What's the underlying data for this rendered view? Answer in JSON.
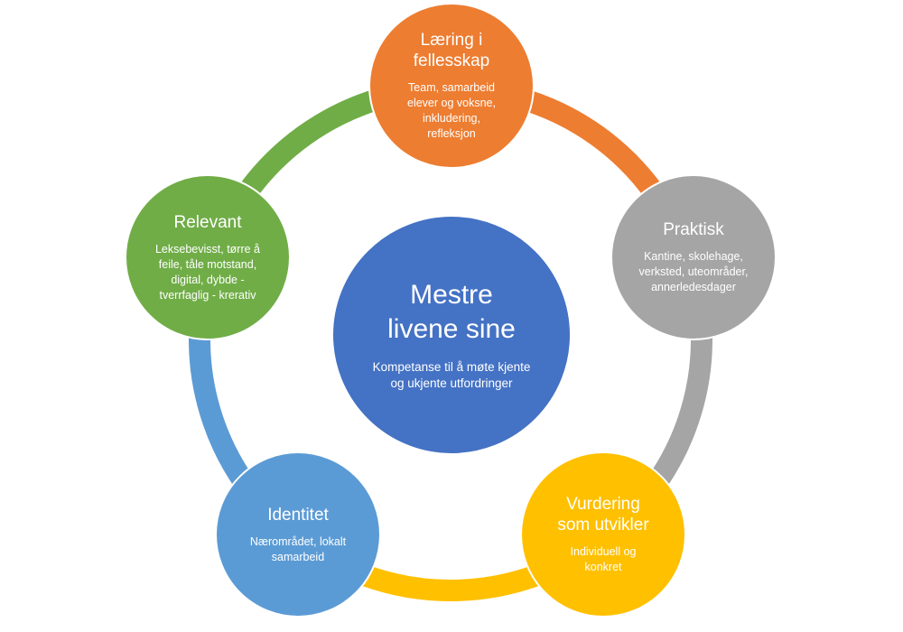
{
  "center": {
    "title_line1": "Mestre",
    "title_line2": "livene sine",
    "desc_line1": "Kompetanse til å møte kjente",
    "desc_line2": "og ukjente utfordringer",
    "color": "#4472C4"
  },
  "nodes": [
    {
      "title_line1": "Læring i",
      "title_line2": "fellesskap",
      "desc": [
        "Team, samarbeid",
        "elever og voksne,",
        "inkludering,",
        "refleksjon"
      ],
      "color": "#ED7D31"
    },
    {
      "title_line1": "Praktisk",
      "title_line2": "",
      "desc": [
        "Kantine, skolehage,",
        "verksted, uteområder,",
        "annerledesdager"
      ],
      "color": "#A5A5A5"
    },
    {
      "title_line1": "Vurdering",
      "title_line2": "som utvikler",
      "desc": [
        "Individuell og",
        "konkret"
      ],
      "color": "#FFC000"
    },
    {
      "title_line1": "Identitet",
      "title_line2": "",
      "desc": [
        "Nærområdet, lokalt",
        "samarbeid"
      ],
      "color": "#5B9BD5"
    },
    {
      "title_line1": "Relevant",
      "title_line2": "",
      "desc": [
        "Leksebevisst, tørre å",
        "feile, tåle motstand,",
        "digital, dybde -",
        "tverrfaglig - krerativ"
      ],
      "color": "#70AD47"
    }
  ]
}
